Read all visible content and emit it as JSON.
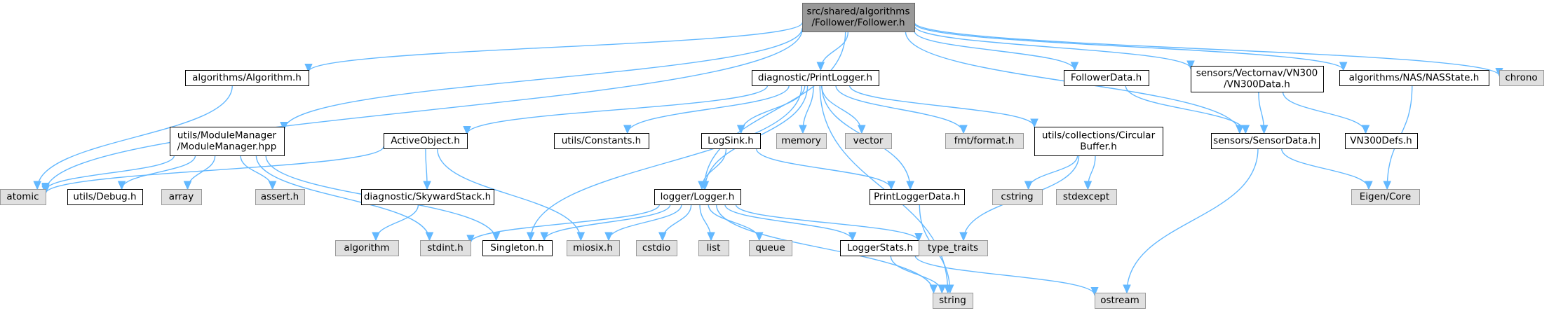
{
  "colors": {
    "edge": "#63b8ff",
    "root_fill": "#999999",
    "root_border": "#666666",
    "file_fill": "#ffffff",
    "file_border": "#000000",
    "system_fill": "#e0e0e0",
    "system_border": "#999999"
  },
  "nodes": [
    {
      "id": "root",
      "lines": [
        "src/shared/algorithms",
        "/Follower/Follower.h"
      ],
      "kind": "root"
    },
    {
      "id": "algorithm",
      "lines": [
        "algorithms/Algorithm.h"
      ],
      "kind": "file"
    },
    {
      "id": "modulemanager",
      "lines": [
        "utils/ModuleManager",
        "/ModuleManager.hpp"
      ],
      "kind": "file"
    },
    {
      "id": "printlogger",
      "lines": [
        "diagnostic/PrintLogger.h"
      ],
      "kind": "file"
    },
    {
      "id": "followerdata",
      "lines": [
        "FollowerData.h"
      ],
      "kind": "file"
    },
    {
      "id": "vn300data",
      "lines": [
        "sensors/Vectornav/VN300",
        "/VN300Data.h"
      ],
      "kind": "file"
    },
    {
      "id": "nasstate",
      "lines": [
        "algorithms/NAS/NASState.h"
      ],
      "kind": "file"
    },
    {
      "id": "chrono",
      "lines": [
        "chrono"
      ],
      "kind": "system"
    },
    {
      "id": "atomic",
      "lines": [
        "atomic"
      ],
      "kind": "system"
    },
    {
      "id": "debug",
      "lines": [
        "utils/Debug.h"
      ],
      "kind": "file"
    },
    {
      "id": "array",
      "lines": [
        "array"
      ],
      "kind": "system"
    },
    {
      "id": "assert",
      "lines": [
        "assert.h"
      ],
      "kind": "system"
    },
    {
      "id": "activeobject",
      "lines": [
        "ActiveObject.h"
      ],
      "kind": "file"
    },
    {
      "id": "constants",
      "lines": [
        "utils/Constants.h"
      ],
      "kind": "file"
    },
    {
      "id": "logsink",
      "lines": [
        "LogSink.h"
      ],
      "kind": "file"
    },
    {
      "id": "memory",
      "lines": [
        "memory"
      ],
      "kind": "system"
    },
    {
      "id": "vector",
      "lines": [
        "vector"
      ],
      "kind": "system"
    },
    {
      "id": "fmtformat",
      "lines": [
        "fmt/format.h"
      ],
      "kind": "system"
    },
    {
      "id": "circularbuffer",
      "lines": [
        "utils/collections/Circular",
        "Buffer.h"
      ],
      "kind": "file"
    },
    {
      "id": "sensordata",
      "lines": [
        "sensors/SensorData.h"
      ],
      "kind": "file"
    },
    {
      "id": "vn300defs",
      "lines": [
        "VN300Defs.h"
      ],
      "kind": "file"
    },
    {
      "id": "skywardstack",
      "lines": [
        "diagnostic/SkywardStack.h"
      ],
      "kind": "file"
    },
    {
      "id": "logger",
      "lines": [
        "logger/Logger.h"
      ],
      "kind": "file"
    },
    {
      "id": "printloggerdata",
      "lines": [
        "PrintLoggerData.h"
      ],
      "kind": "file"
    },
    {
      "id": "cstring",
      "lines": [
        "cstring"
      ],
      "kind": "system"
    },
    {
      "id": "stdexcept",
      "lines": [
        "stdexcept"
      ],
      "kind": "system"
    },
    {
      "id": "eigencore",
      "lines": [
        "Eigen/Core"
      ],
      "kind": "system"
    },
    {
      "id": "algorithmstd",
      "lines": [
        "algorithm"
      ],
      "kind": "system"
    },
    {
      "id": "stdint",
      "lines": [
        "stdint.h"
      ],
      "kind": "system"
    },
    {
      "id": "singleton",
      "lines": [
        "Singleton.h"
      ],
      "kind": "file"
    },
    {
      "id": "miosix",
      "lines": [
        "miosix.h"
      ],
      "kind": "system"
    },
    {
      "id": "cstdio",
      "lines": [
        "cstdio"
      ],
      "kind": "system"
    },
    {
      "id": "list",
      "lines": [
        "list"
      ],
      "kind": "system"
    },
    {
      "id": "queue",
      "lines": [
        "queue"
      ],
      "kind": "system"
    },
    {
      "id": "loggerstats",
      "lines": [
        "LoggerStats.h"
      ],
      "kind": "file"
    },
    {
      "id": "typetraits",
      "lines": [
        "type_traits"
      ],
      "kind": "system"
    },
    {
      "id": "string",
      "lines": [
        "string"
      ],
      "kind": "system"
    },
    {
      "id": "ostream",
      "lines": [
        "ostream"
      ],
      "kind": "system"
    }
  ],
  "edges": [
    [
      "root",
      "algorithm"
    ],
    [
      "root",
      "modulemanager"
    ],
    [
      "root",
      "printlogger"
    ],
    [
      "root",
      "followerdata"
    ],
    [
      "root",
      "vn300data"
    ],
    [
      "root",
      "nasstate"
    ],
    [
      "root",
      "chrono"
    ],
    [
      "root",
      "atomic"
    ],
    [
      "root",
      "logger"
    ],
    [
      "root",
      "sensordata"
    ],
    [
      "algorithm",
      "atomic"
    ],
    [
      "modulemanager",
      "atomic"
    ],
    [
      "modulemanager",
      "debug"
    ],
    [
      "modulemanager",
      "array"
    ],
    [
      "modulemanager",
      "assert"
    ],
    [
      "modulemanager",
      "singleton"
    ],
    [
      "modulemanager",
      "stdint"
    ],
    [
      "printlogger",
      "activeobject"
    ],
    [
      "printlogger",
      "constants"
    ],
    [
      "printlogger",
      "logsink"
    ],
    [
      "printlogger",
      "memory"
    ],
    [
      "printlogger",
      "vector"
    ],
    [
      "printlogger",
      "fmtformat"
    ],
    [
      "printlogger",
      "circularbuffer"
    ],
    [
      "printlogger",
      "logger"
    ],
    [
      "printlogger",
      "printloggerdata"
    ],
    [
      "printlogger",
      "singleton"
    ],
    [
      "printlogger",
      "string"
    ],
    [
      "followerdata",
      "sensordata"
    ],
    [
      "vn300data",
      "sensordata"
    ],
    [
      "vn300data",
      "vn300defs"
    ],
    [
      "nasstate",
      "eigencore"
    ],
    [
      "activeobject",
      "atomic"
    ],
    [
      "activeobject",
      "skywardstack"
    ],
    [
      "activeobject",
      "miosix"
    ],
    [
      "logsink",
      "logger"
    ],
    [
      "logsink",
      "printloggerdata"
    ],
    [
      "circularbuffer",
      "cstring"
    ],
    [
      "circularbuffer",
      "stdexcept"
    ],
    [
      "circularbuffer",
      "typetraits"
    ],
    [
      "sensordata",
      "eigencore"
    ],
    [
      "sensordata",
      "ostream"
    ],
    [
      "skywardstack",
      "algorithmstd"
    ],
    [
      "logger",
      "stdint"
    ],
    [
      "logger",
      "singleton"
    ],
    [
      "logger",
      "miosix"
    ],
    [
      "logger",
      "cstdio"
    ],
    [
      "logger",
      "list"
    ],
    [
      "logger",
      "queue"
    ],
    [
      "logger",
      "loggerstats"
    ],
    [
      "logger",
      "typetraits"
    ],
    [
      "logger",
      "string"
    ],
    [
      "printloggerdata",
      "string"
    ],
    [
      "loggerstats",
      "string"
    ],
    [
      "loggerstats",
      "ostream"
    ]
  ]
}
